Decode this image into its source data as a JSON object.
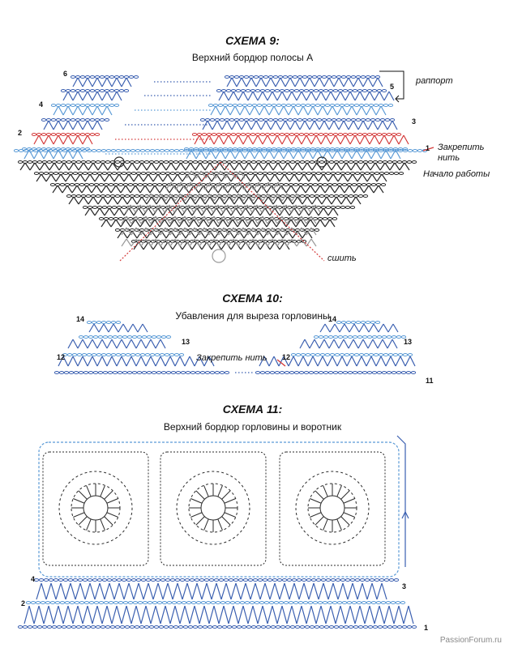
{
  "colors": {
    "blue": "#3a5fb0",
    "light_blue": "#5a9ad6",
    "red": "#d43a3a",
    "black": "#2a2a2a",
    "grey": "#9a9a9a"
  },
  "scheme9": {
    "title": "СХЕМА 9:",
    "subtitle": "Верхний бордюр полосы А",
    "labels": {
      "rapport": "раппорт",
      "fasten": "Закрепить",
      "thread": "нить",
      "start": "Начало работы",
      "sew": "сшить"
    },
    "row_numbers": [
      "6",
      "5",
      "4",
      "3",
      "2",
      "1"
    ]
  },
  "scheme10": {
    "title": "СХЕМА 10:",
    "subtitle": "Убавления для выреза горловины",
    "labels": {
      "fasten_thread": "Закрепить нить"
    },
    "row_numbers": [
      "14",
      "13",
      "12",
      "11",
      "14",
      "13",
      "12"
    ]
  },
  "scheme11": {
    "title": "СХЕМА 11:",
    "subtitle": "Верхний бордюр горловины и воротник",
    "row_numbers": [
      "4",
      "3",
      "2",
      "1"
    ]
  },
  "watermark": "PassionForum.ru"
}
